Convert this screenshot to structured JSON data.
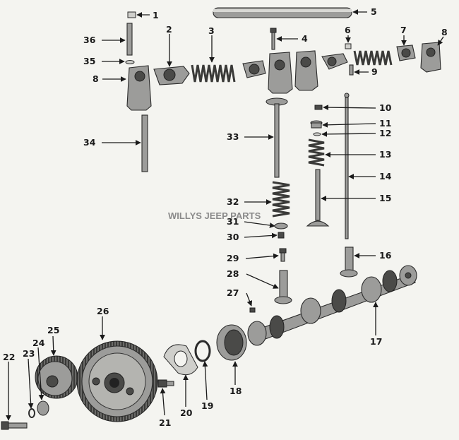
{
  "watermark": "WILLYS JEEP PARTS",
  "callouts": [
    "1",
    "2",
    "3",
    "4",
    "5",
    "6",
    "7",
    "8",
    "9",
    "10",
    "11",
    "12",
    "13",
    "14",
    "15",
    "16",
    "17",
    "18",
    "19",
    "20",
    "21",
    "22",
    "23",
    "24",
    "25",
    "26",
    "27",
    "28",
    "29",
    "30",
    "31",
    "32",
    "33",
    "34",
    "35",
    "36"
  ],
  "callout_8_second": "8"
}
